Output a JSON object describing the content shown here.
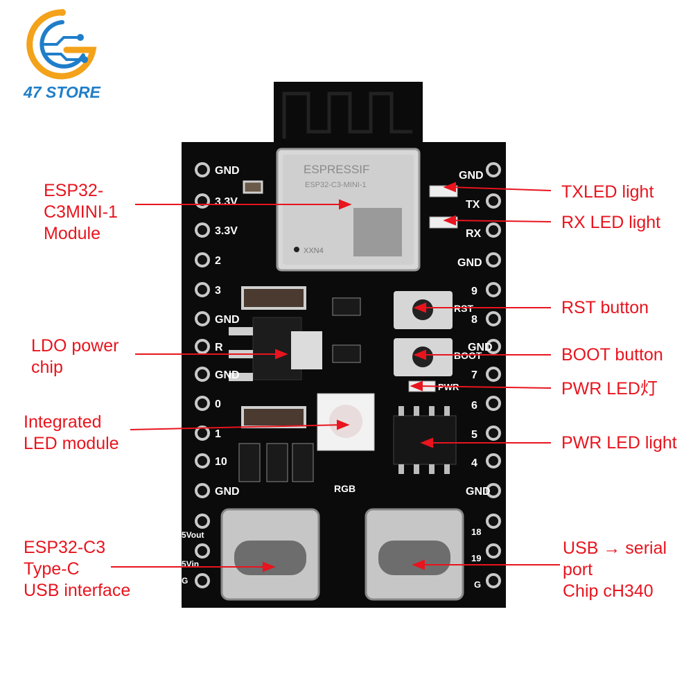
{
  "store": {
    "name": "47 STORE",
    "logo_icon": "circuit-g-logo-icon"
  },
  "colors": {
    "annotation": "#e8141e",
    "board": "#0b0b0b",
    "silkscreen": "#ffffff",
    "logo_blue": "#1f7ec9",
    "logo_orange": "#f3a21a"
  },
  "module_marking": {
    "brand": "ESPRESSIF",
    "model": "ESP32-C3-MINI-1",
    "code": "XXN4"
  },
  "silkscreen": {
    "left_pins": [
      "GND",
      "3.3V",
      "3.3V",
      "2",
      "3",
      "GND",
      "R",
      "GND",
      "0",
      "1",
      "10",
      "GND",
      "5Vout",
      "5Vin",
      "G"
    ],
    "right_pins": [
      "GND",
      "TX",
      "RX",
      "GND",
      "9",
      "8",
      "GND",
      "7",
      "6",
      "5",
      "4",
      "GND",
      "18",
      "19",
      "G"
    ],
    "rst": "RST",
    "boot": "BOOT",
    "pwr": "PWR",
    "rgb": "RGB"
  },
  "annotations": {
    "esp32_module": [
      "ESP32-",
      "C3MINI-1",
      "Module"
    ],
    "ldo": [
      "LDO power",
      "chip"
    ],
    "led_module": [
      "Integrated",
      "LED module"
    ],
    "typec": [
      "ESP32-C3",
      "Type-C",
      "USB interface"
    ],
    "txled": [
      "TXLED light"
    ],
    "rxled": [
      "RX LED light"
    ],
    "rst": [
      "RST button"
    ],
    "boot": [
      "BOOT button"
    ],
    "pwr_led": [
      "PWR LED灯"
    ],
    "pwr_led2": [
      "PWR LED light"
    ],
    "usb_serial": [
      "USB → serial",
      "port",
      "Chip cH340"
    ]
  }
}
